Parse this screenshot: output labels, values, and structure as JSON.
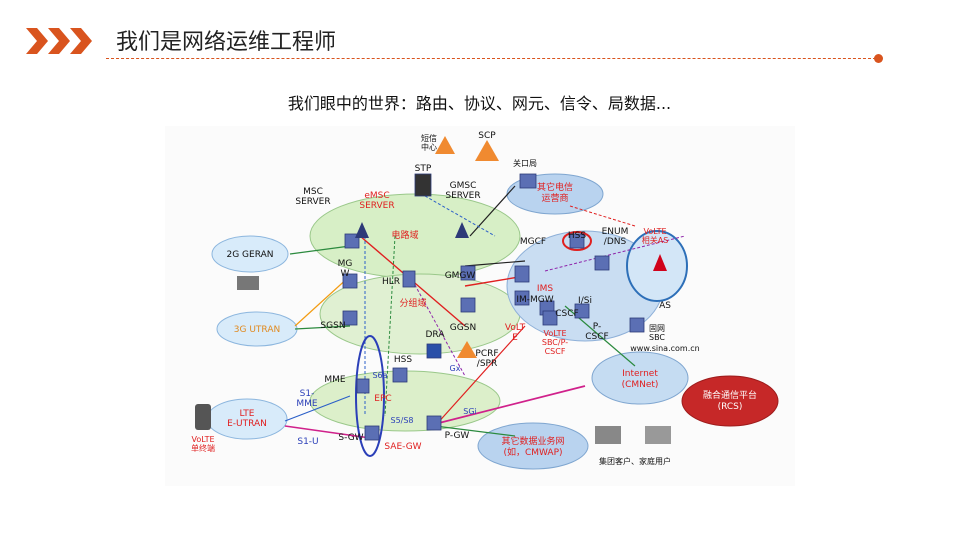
{
  "header": {
    "title": "我们是网络运维工程师",
    "accent_color": "#d9541e",
    "icon": "chevron-arrows-icon"
  },
  "subtitle": "我们眼中的世界：路由、协议、网元、信令、局数据...",
  "diagram": {
    "clouds": {
      "geran": "2G GERAN",
      "utran": "3G UTRAN",
      "eutran": "LTE\nE-UTRAN",
      "other_operator": "其它电信\n运营商",
      "internet": "Internet\n(CMNet)",
      "rcs": "融合通信平台\n(RCS)",
      "data_service": "其它数据业务网\n(如，CMWAP)",
      "domain_ims": "IMS",
      "domain_epc": "EPC",
      "domain_cs": "电路域",
      "domain_ps": "分组域"
    },
    "nodes": {
      "msc_server": "MSC\nSERVER",
      "emsc_server": "eMSC\nSERVER",
      "stp": "STP",
      "gmsc_server": "GMSC\nSERVER",
      "sms_center": "短信\n中心",
      "scp": "SCP",
      "gateway_office": "关口局",
      "mgw": "MG\nW",
      "hlr": "HLR",
      "gmgw": "GMGW",
      "sgsn": "SGSN",
      "ggsn": "GGSN",
      "dra": "DRA",
      "hss_lte": "HSS",
      "pcrf": "PCRF\n/SPR",
      "mme": "MME",
      "s1_mme": "S1-\nMME",
      "s1_u": "S1-U",
      "s6a": "S6a",
      "s5s8": "S5/S8",
      "sgi": "SGi",
      "gx": "Gx",
      "sgw": "S-GW",
      "pgw": "P-GW",
      "sae_gw": "SAE-GW",
      "mgcf": "MGCF",
      "hss_ims": "HSS",
      "enum_dns": "ENUM\n/DNS",
      "volte_as": "VoLTE\n相关AS",
      "as": "AS",
      "im_mgw": "IM-MGW",
      "isi": "I/Si",
      "cscf": "CSCF",
      "pcscf": "P-\nCSCF",
      "sbc_label": "固网\nSBC",
      "volte_e": "VoLT\nE",
      "volte_sbc": "VoLTE\nSBC/P-\nCSCF",
      "website": "www.sina.com.cn",
      "volte_terminal": "VoLTE\n单终端",
      "enterprise_users": "集团客户、家庭用户"
    }
  }
}
